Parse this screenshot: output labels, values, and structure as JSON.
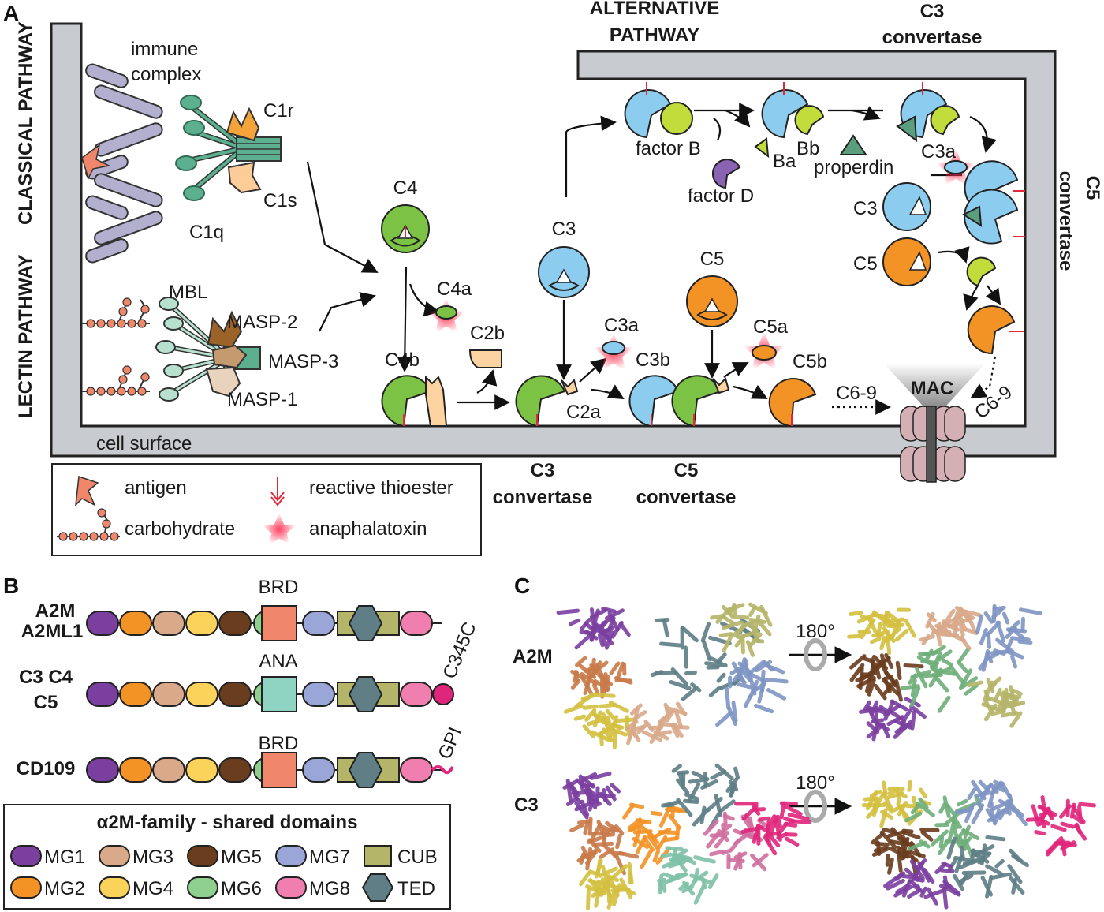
{
  "panels": {
    "a": "A",
    "b": "B",
    "c": "C"
  },
  "panel_a": {
    "pathways": {
      "classical": "CLASSICAL PATHWAY",
      "lectin": "LECTIN PATHWAY",
      "alternative_1": "ALTERNATIVE",
      "alternative_2": "PATHWAY"
    },
    "classical": {
      "immune_1": "immune",
      "immune_2": "complex",
      "c1r": "C1r",
      "c1s": "C1s",
      "c1q": "C1q"
    },
    "lectin": {
      "mbl": "MBL",
      "masp2": "MASP-2",
      "masp3": "MASP-3",
      "masp1": "MASP-1"
    },
    "cell_surface": "cell surface",
    "cascade": {
      "c4": "C4",
      "c4a": "C4a",
      "c4b": "C4b",
      "c2b": "C2b",
      "c2a": "C2a",
      "c3_mid": "C3",
      "c3a_mid": "C3a",
      "c3b": "C3b",
      "c5_mid": "C5",
      "c5a": "C5a",
      "c5b": "C5b",
      "c69_bottom": "C6-9",
      "mac": "MAC",
      "c69_right": "C6-9"
    },
    "alternative": {
      "factor_b": "factor B",
      "ba": "Ba",
      "factor_d": "factor D",
      "bb": "Bb",
      "properdin": "properdin",
      "c3a": "C3a",
      "c3": "C3",
      "c5": "C5"
    },
    "convertase_labels": {
      "c3_top_1": "C3",
      "c3_top_2": "convertase",
      "c5_right_1": "C5",
      "c5_right_2": "convertase",
      "c3_bottom_1": "C3",
      "c3_bottom_2": "convertase",
      "c5_bottom_1": "C5",
      "c5_bottom_2": "convertase"
    },
    "legend": {
      "antigen": "antigen",
      "carbohydrate": "carbohydrate",
      "thioester": "reactive thioester",
      "anaphylatoxin": "anaphalatoxin"
    }
  },
  "panel_b": {
    "rows": [
      {
        "name_1": "A2M",
        "name_2": "A2ML1",
        "insert": "BRD",
        "tail": ""
      },
      {
        "name_1": "C3  C4",
        "name_2": "C5",
        "insert": "ANA",
        "tail": "C345C"
      },
      {
        "name_1": "CD109",
        "name_2": "",
        "insert": "BRD",
        "tail": "GPI"
      }
    ],
    "legend_title": "α2M-family - shared domains",
    "legend_items": [
      {
        "label": "MG1",
        "color": "#7b3fa0"
      },
      {
        "label": "MG3",
        "color": "#d9a98a"
      },
      {
        "label": "MG5",
        "color": "#6b3d1f"
      },
      {
        "label": "MG7",
        "color": "#9aa6d8"
      },
      {
        "label": "CUB",
        "color": "#b5b56a"
      },
      {
        "label": "MG2",
        "color": "#f39325"
      },
      {
        "label": "MG4",
        "color": "#fcd35a"
      },
      {
        "label": "MG6",
        "color": "#8fd08f"
      },
      {
        "label": "MG8",
        "color": "#f07fb0"
      },
      {
        "label": "TED",
        "color": "#5f7e86"
      }
    ]
  },
  "panel_c": {
    "a2m": "A2M",
    "c3": "C3",
    "rot_top": "180°",
    "rot_bottom": "180°"
  }
}
